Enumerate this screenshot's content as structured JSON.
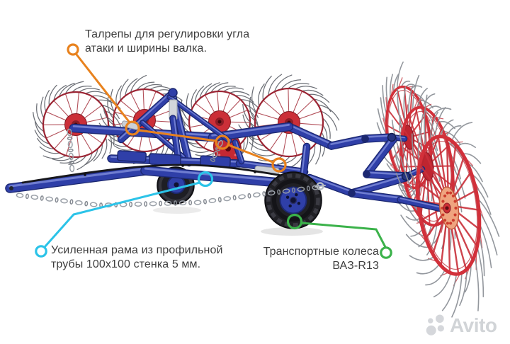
{
  "annotations": {
    "turnbuckles": {
      "line1": "Талрепы для регулировки угла",
      "line2": "атаки и ширины валка.",
      "color": "#e8821e"
    },
    "frame": {
      "line1": "Усиленная рама из профильной",
      "line2": "трубы 100x100 стенка 5 мм.",
      "color": "#2bc3e8"
    },
    "transport_wheels": {
      "line1": "Транспортные колеса",
      "line2": "ВАЗ-R13",
      "color": "#3bb24a"
    }
  },
  "watermark": {
    "text": "Avito"
  },
  "colors": {
    "background": "#ffffff",
    "text": "#3e3e3e",
    "frame_blue": "#2f3fa8",
    "rake_red": "#d2303a",
    "tine_gray": "#8d9198",
    "orange": "#e8821e",
    "cyan": "#2bc3e8",
    "green": "#3bb24a"
  }
}
